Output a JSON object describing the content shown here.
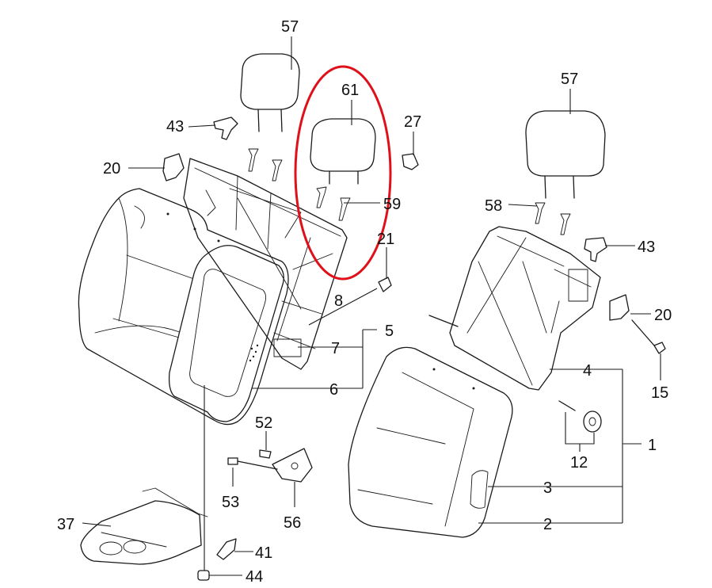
{
  "labels": {
    "p57a": "57",
    "p57b": "57",
    "p61": "61",
    "p43a": "43",
    "p43b": "43",
    "p27": "27",
    "p20a": "20",
    "p20b": "20",
    "p59": "59",
    "p21": "21",
    "p58": "58",
    "p8": "8",
    "p5": "5",
    "p7": "7",
    "p6": "6",
    "p4": "4",
    "p1": "1",
    "p15": "15",
    "p12": "12",
    "p3": "3",
    "p2": "2",
    "p52": "52",
    "p53": "53",
    "p56": "56",
    "p37": "37",
    "p41": "41",
    "p44": "44"
  },
  "highlight": {
    "part": "61",
    "color": "#e0101a"
  }
}
